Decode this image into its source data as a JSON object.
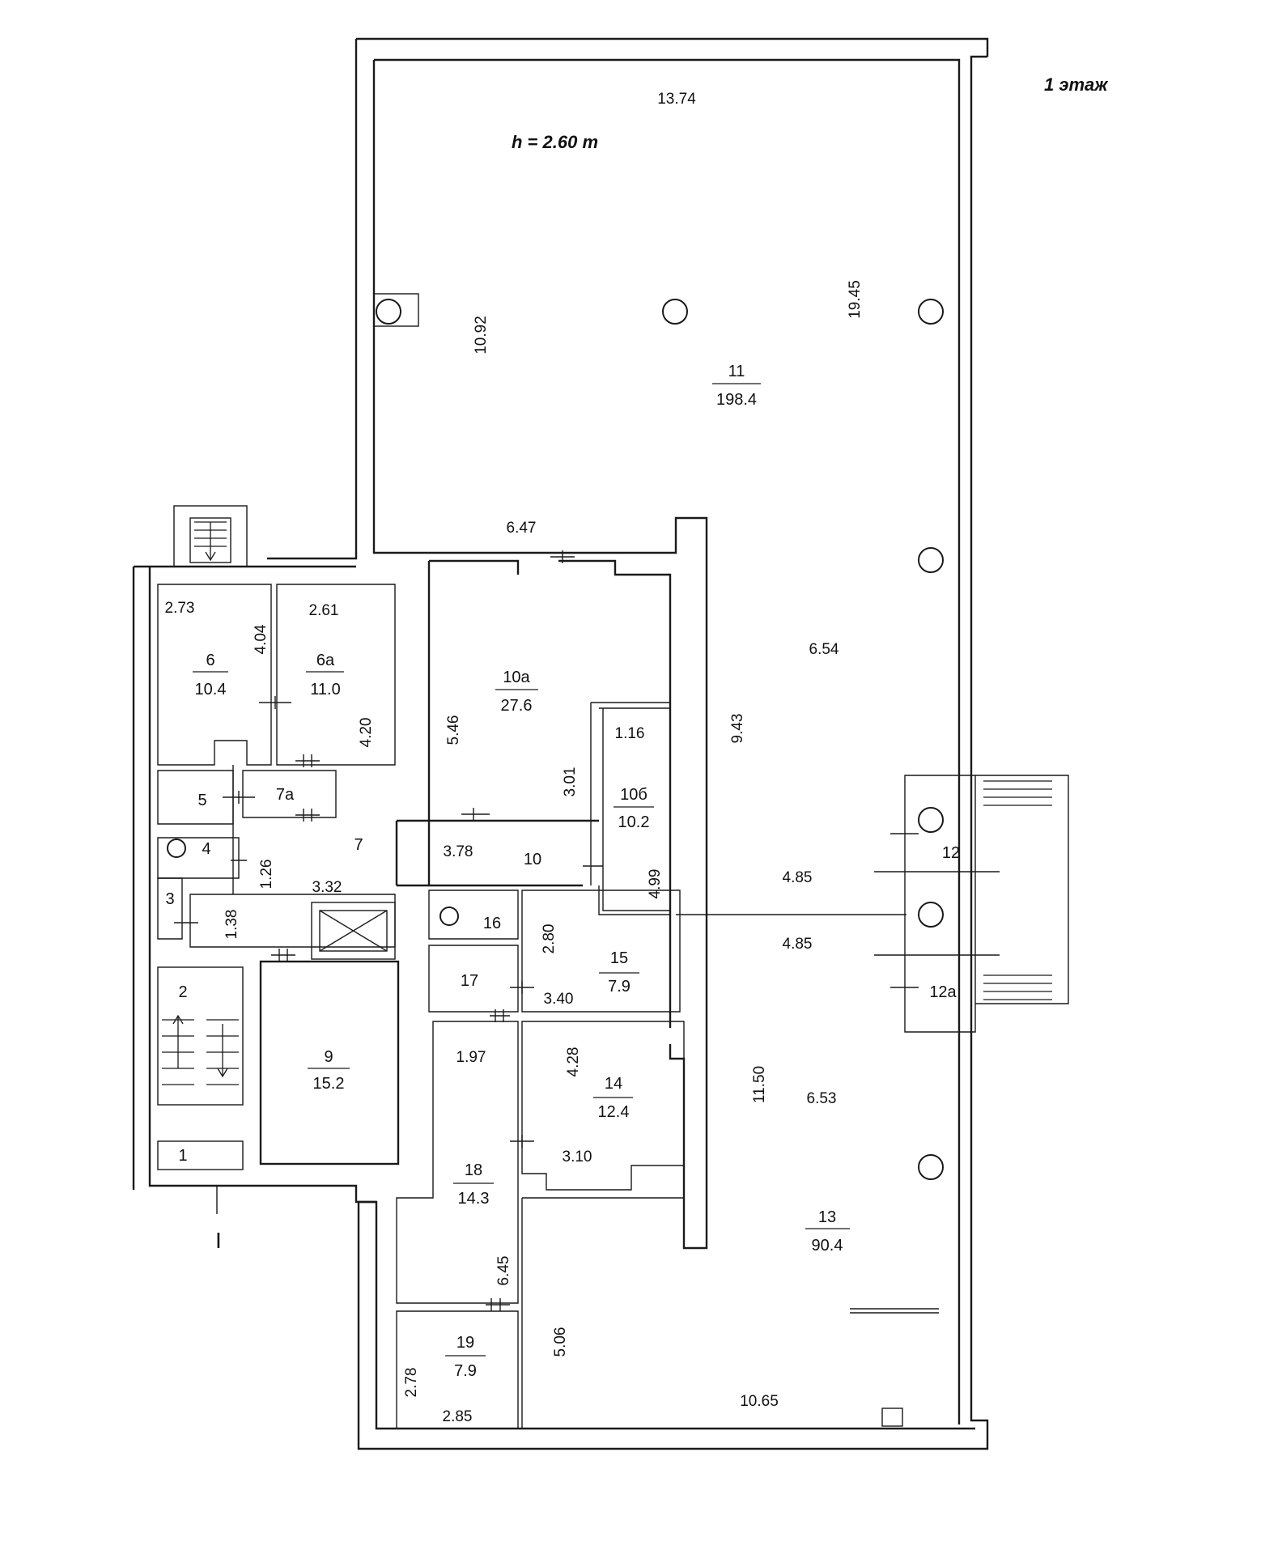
{
  "header": {
    "floor_label": "1 этаж",
    "height_label": "h = 2.60 m"
  },
  "section_mark": "I",
  "rooms": [
    {
      "number": "11",
      "area": "198.4"
    },
    {
      "number": "10a",
      "area": "27.6"
    },
    {
      "number": "10б",
      "area": "10.2"
    },
    {
      "number": "10",
      "area": ""
    },
    {
      "number": "6",
      "area": "10.4"
    },
    {
      "number": "6a",
      "area": "11.0"
    },
    {
      "number": "7a",
      "area": ""
    },
    {
      "number": "7",
      "area": ""
    },
    {
      "number": "5",
      "area": ""
    },
    {
      "number": "4",
      "area": ""
    },
    {
      "number": "3",
      "area": ""
    },
    {
      "number": "2",
      "area": ""
    },
    {
      "number": "1",
      "area": ""
    },
    {
      "number": "9",
      "area": "15.2"
    },
    {
      "number": "16",
      "area": ""
    },
    {
      "number": "17",
      "area": ""
    },
    {
      "number": "15",
      "area": "7.9"
    },
    {
      "number": "14",
      "area": "12.4"
    },
    {
      "number": "18",
      "area": "14.3"
    },
    {
      "number": "19",
      "area": "7.9"
    },
    {
      "number": "12",
      "area": ""
    },
    {
      "number": "12a",
      "area": ""
    },
    {
      "number": "13",
      "area": "90.4"
    }
  ],
  "dimensions": [
    "13.74",
    "10.92",
    "19.45",
    "6.47",
    "6.54",
    "9.43",
    "2.73",
    "4.04",
    "2.61",
    "4.20",
    "5.46",
    "3.01",
    "1.16",
    "3.78",
    "4.99",
    "4.85",
    "4.85",
    "1.26",
    "3.32",
    "1.38",
    "2.80",
    "3.40",
    "1.97",
    "4.28",
    "3.10",
    "11.50",
    "6.53",
    "6.45",
    "5.06",
    "2.78",
    "2.85",
    "10.65"
  ]
}
